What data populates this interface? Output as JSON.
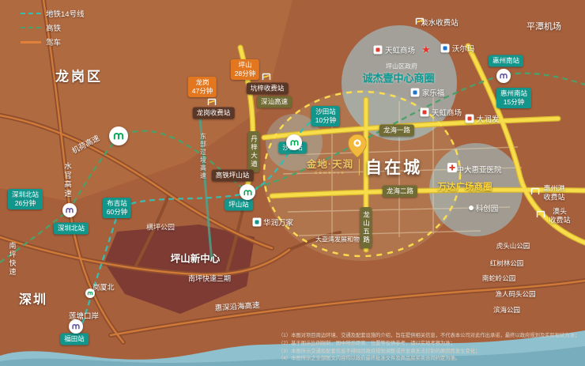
{
  "legend": {
    "metro14": "地铁14号线",
    "hsr": "高铁",
    "drive": "驾车"
  },
  "regions": {
    "longgang": "龙岗区",
    "shenzhen": "深圳",
    "pingtan_airport": "平潭机场",
    "pingshan_new_center": "坪山新中心",
    "liantang_port": "莲塘口岸",
    "hengping_park": "横坪公园"
  },
  "roads": {
    "jihe": "机荷高速",
    "shuiguan": "水官高速",
    "nanping": "南坪快速",
    "nanping_p3": "南坪快速三期",
    "huishen_coastal": "惠深沿海高速",
    "dongbu": "东部过境高速",
    "shenshan": "深汕高速",
    "danzi": "丹梓大道",
    "longhai_1": "龙海一路",
    "longhai_2": "龙海二路",
    "longshan_5": "龙山五路"
  },
  "stations": {
    "shenzhenbei": "深圳北站",
    "futian": "福田站",
    "gangxiabei": "岗厦北",
    "pingshan": "坪山站",
    "pingshan_hsr": "高铁坪山站",
    "shatian": "沙田站",
    "huizhounan": "惠州南站"
  },
  "time_badges": [
    {
      "name": "深圳北站",
      "time": "26分钟"
    },
    {
      "name": "布吉站",
      "time": "60分钟"
    },
    {
      "name": "龙岗",
      "time": "47分钟"
    },
    {
      "name": "坪山",
      "time": "28分钟"
    },
    {
      "name": "沙田站",
      "time": "10分钟"
    },
    {
      "name": "惠州南站",
      "time": "15分钟"
    }
  ],
  "tolls": {
    "kengzi": "坑梓收费站",
    "longgang": "龙岗收费站",
    "danshui": "淡水收费站",
    "hzport_l1": "惠州港",
    "hzport_l2": "收费站",
    "aotou_l1": "澳头",
    "aotou_l2": "收费站"
  },
  "pois": {
    "rainbow_1": "天虹商场",
    "walmart": "沃尔玛",
    "carrefour": "家乐福",
    "rainbow_2": "天虹商场",
    "rtmart": "大润发",
    "hospital": "中大惠亚医院",
    "kechuang": "科创园",
    "crv": "华润万家",
    "logistics": "大亚湾发展和物流园"
  },
  "business_circles": {
    "gov": "坪山区政府",
    "chengjie": "诚杰壹中心商圈",
    "wanda": "万达广场商圈"
  },
  "parks": [
    "虎头山公园",
    "红树林公园",
    "南蛇岭公园",
    "渔人码头公园",
    "滨海公园"
  ],
  "project": {
    "brand": "金地·天润",
    "brand_sub": "GEMDALE",
    "name": "自在城"
  },
  "disclaimer": [
    "（1）本图对项目周边环境、交通及配套设施的介绍，旨在提供相关信息，不代表本公司对此作出承诺，最终以政府规划及实际现状为准；",
    "（2）基于图示比例限制，图中所示距离、位置等仅供参考，请以实地考察为准；",
    "（3）本图所示交通及配套信息不排除因政府规划调整或开发商无法控制的原因而发生变化；",
    "（4）本图所示之全部图文内容均以政府最终批准文件及商品房买卖合同约定为准。"
  ],
  "colors": {
    "metro14_line": "#35bdb2",
    "hsr_line": "#4aa06a",
    "drive_line": "#e0813a",
    "road_yellow": "#f2d73e",
    "badge_teal": "#12968c",
    "badge_orange": "#e2771f",
    "circle_blue": "#9ed6e6",
    "star_red": "#e8312a",
    "map_bg": "#a7603c"
  }
}
